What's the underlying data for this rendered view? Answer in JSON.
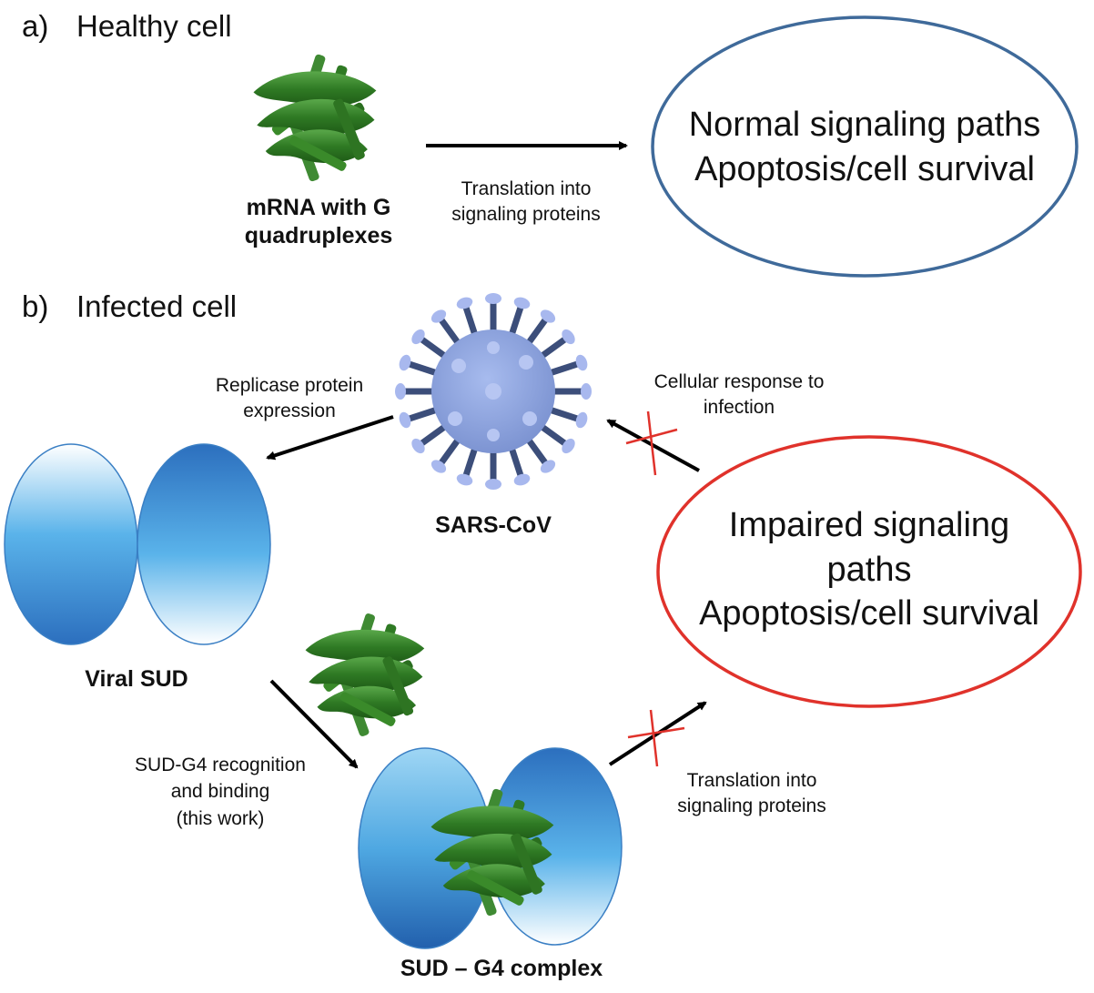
{
  "section_a": {
    "label": "a)",
    "title": "Healthy cell",
    "mrna_label_line1": "mRNA with G",
    "mrna_label_line2": "quadruplexes",
    "arrow_label_line1": "Translation into",
    "arrow_label_line2": "signaling proteins",
    "outcome_line1": "Normal signaling paths",
    "outcome_line2": "Apoptosis/cell survival"
  },
  "section_b": {
    "label": "b)",
    "title": "Infected cell",
    "virus_label": "SARS-CoV",
    "replicase_line1": "Replicase protein",
    "replicase_line2": "expression",
    "response_line1": "Cellular response to",
    "response_line2": "infection",
    "viral_sud_label": "Viral SUD",
    "recognition_line1": "SUD-G4 recognition",
    "recognition_line2": "and binding",
    "recognition_line3": "(this work)",
    "complex_label": "SUD – G4 complex",
    "translation_line1": "Translation into",
    "translation_line2": "signaling proteins",
    "outcome_line1": "Impaired signaling",
    "outcome_line2": "paths",
    "outcome_line3": "Apoptosis/cell survival"
  },
  "colors": {
    "healthy_ellipse": "#3f6a9a",
    "impaired_ellipse": "#e0322b",
    "block_cross": "#e0322b",
    "g4_green": "#3a8a2a",
    "sud_blue_dark": "#2a6fc0",
    "sud_blue_light": "#9fd6f4",
    "virus_body": "#8fa6de",
    "virus_spike": "#3c4e7a",
    "virus_spike_tip": "#a8b8ee"
  },
  "icons": [
    "g4-quadruplex-icon",
    "sars-cov-virus-icon",
    "sud-protein-icon",
    "block-cross-icon"
  ]
}
